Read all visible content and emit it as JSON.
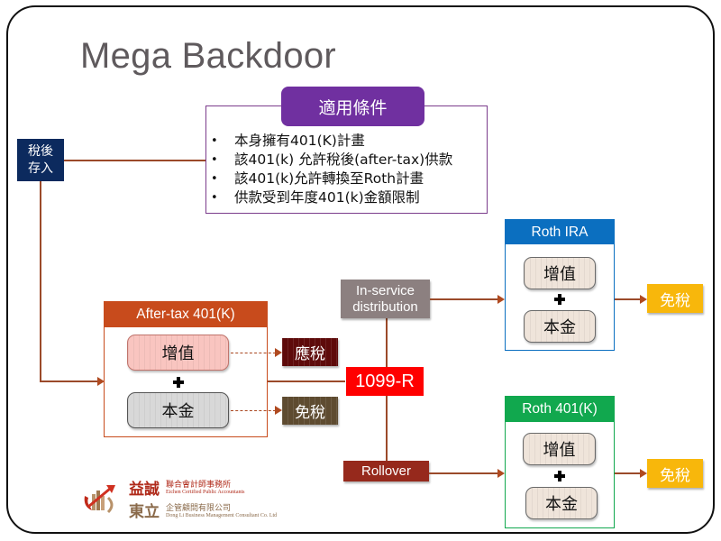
{
  "title": "Mega Backdoor",
  "conditions": {
    "header": "適用條件",
    "items": [
      "本身擁有401(K)計畫",
      "該401(k) 允許稅後(after-tax)供款",
      "該401(k)允許轉換至Roth計畫",
      "供款受到年度401(k)金額限制"
    ]
  },
  "source": {
    "line1": "稅後",
    "line2": "存入"
  },
  "after_tax_401k": {
    "header": "After-tax 401(K)",
    "earnings": "增值",
    "principal": "本金",
    "earnings_tax": "應稅",
    "principal_tax": "免稅",
    "color": "#c84b1c"
  },
  "form": {
    "label": "1099-R",
    "color": "#ff0000"
  },
  "in_service": {
    "line1": "In-service",
    "line2": "distribution"
  },
  "rollover": {
    "label": "Rollover"
  },
  "roth_ira": {
    "header": "Roth IRA",
    "earnings": "增值",
    "principal": "本金",
    "result": "免稅",
    "color": "#0b6fc0"
  },
  "roth_401k": {
    "header": "Roth 401(K)",
    "earnings": "增值",
    "principal": "本金",
    "result": "免稅",
    "color": "#11a84e"
  },
  "logo": {
    "name_top": "益誠",
    "name_bottom": "東立",
    "firm_top_cn": "聯合會計師事務所",
    "firm_top_en": "Eichen Certified Public Accountants",
    "firm_bottom_cn": "企管顧問有限公司",
    "firm_bottom_en": "Dong Li Business Management Consultant Co. Ltd"
  }
}
